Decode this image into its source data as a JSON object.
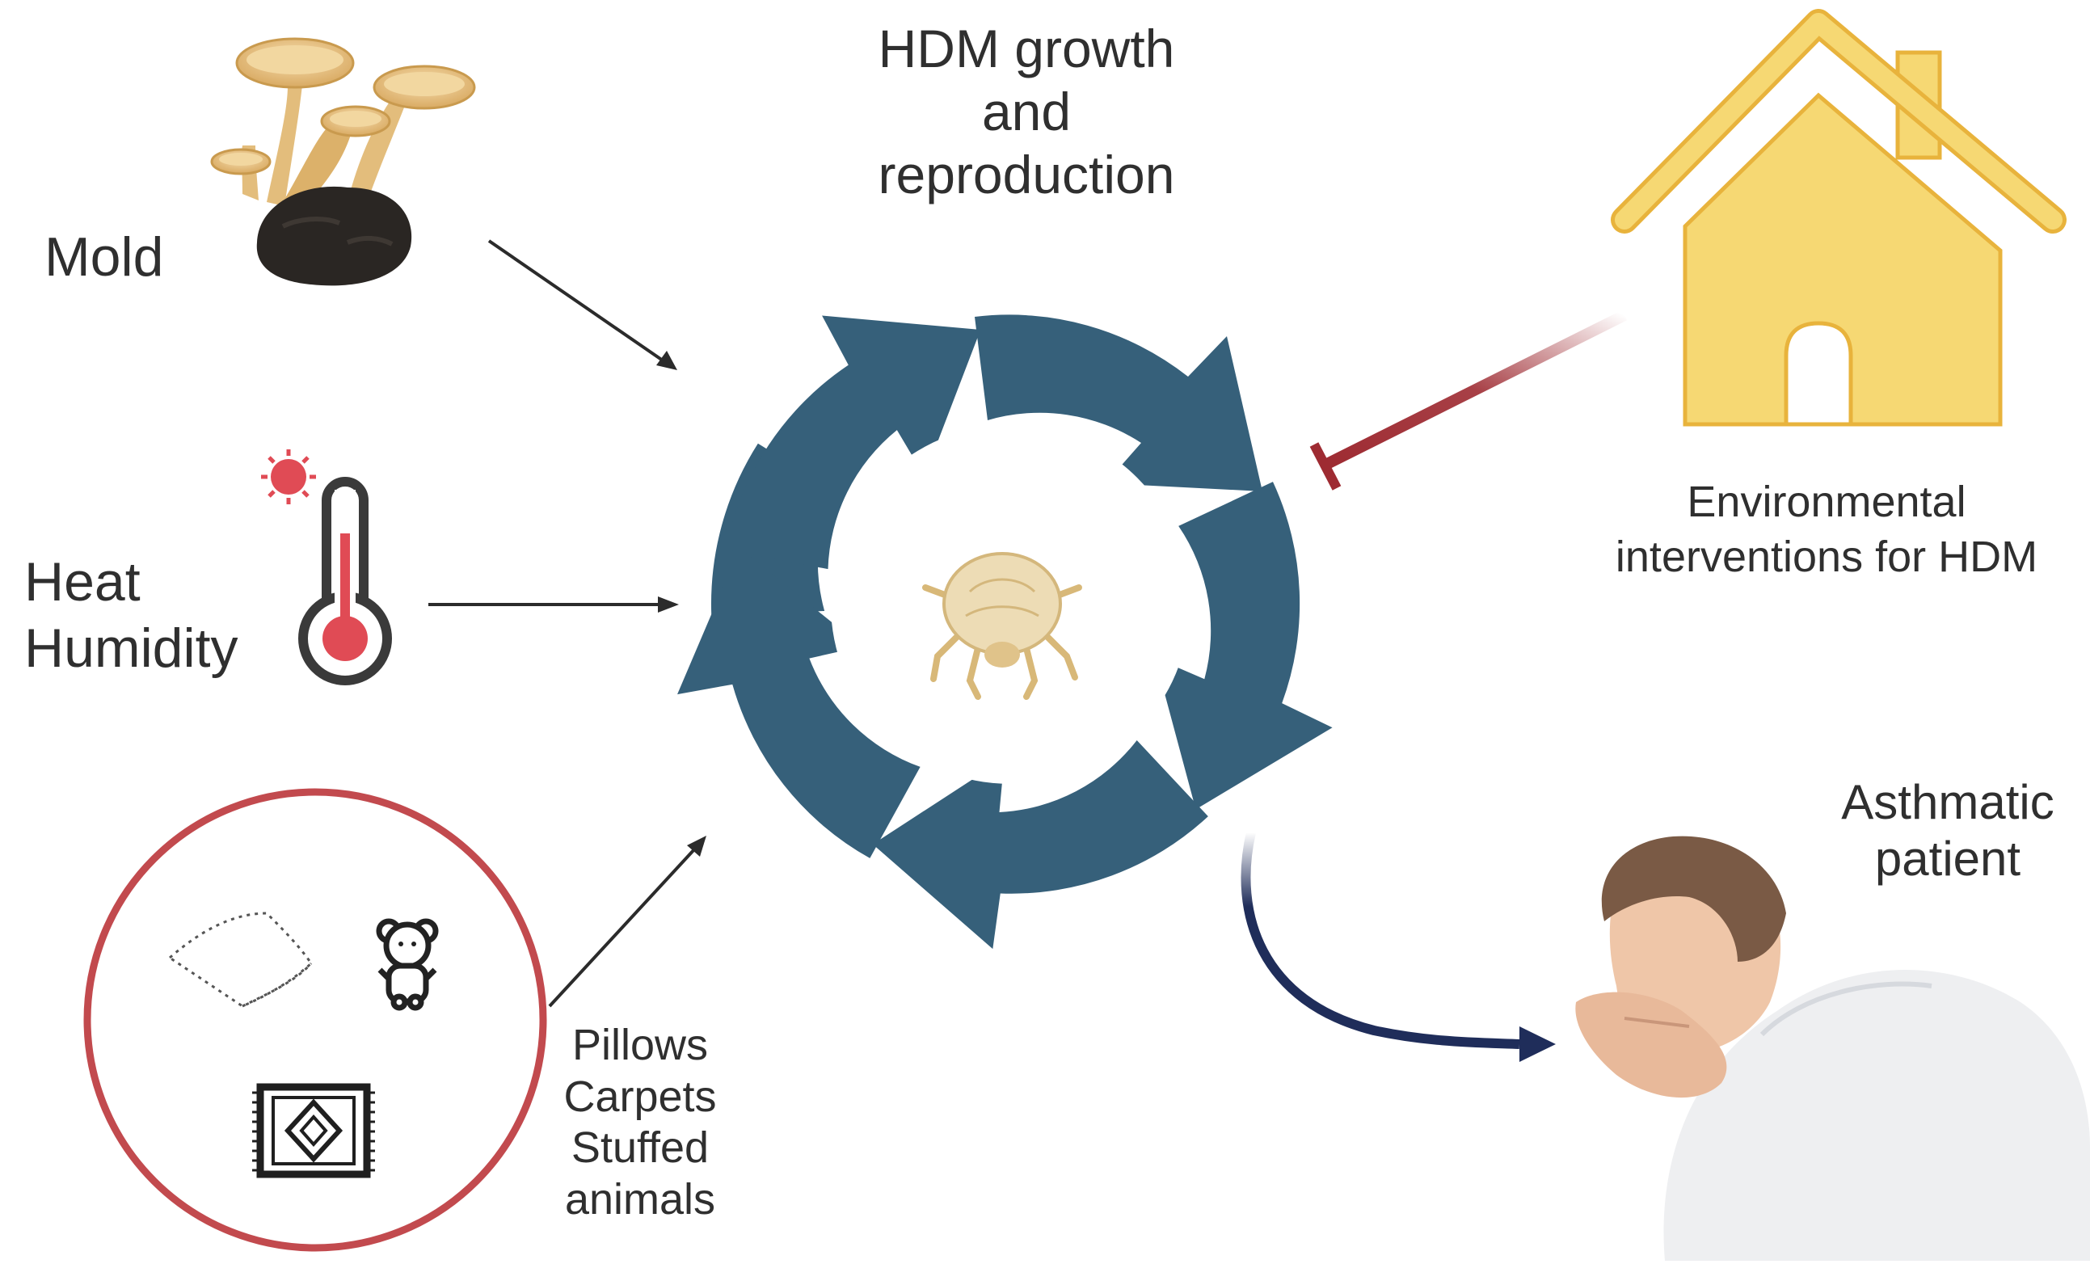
{
  "diagram": {
    "title_lines": [
      "HDM growth",
      "and",
      "reproduction"
    ],
    "mold_label": "Mold",
    "heat_lines": [
      "Heat",
      "Humidity"
    ],
    "sources_lines": [
      "Pillows",
      "Carpets",
      "Stuffed",
      "animals"
    ],
    "intervention_lines": [
      "Environmental",
      "interventions for HDM"
    ],
    "patient_lines": [
      "Asthmatic",
      "patient"
    ]
  },
  "colors": {
    "cycle": "#36607a",
    "house_fill": "#f6d873",
    "house_stroke": "#e8b33c",
    "inhibit": "#9e2b32",
    "patient_arrow": "#1f2d5a",
    "circle_ring": "#c24a4e",
    "thermometer_red": "#e04b55",
    "sun_red": "#e04b55"
  }
}
